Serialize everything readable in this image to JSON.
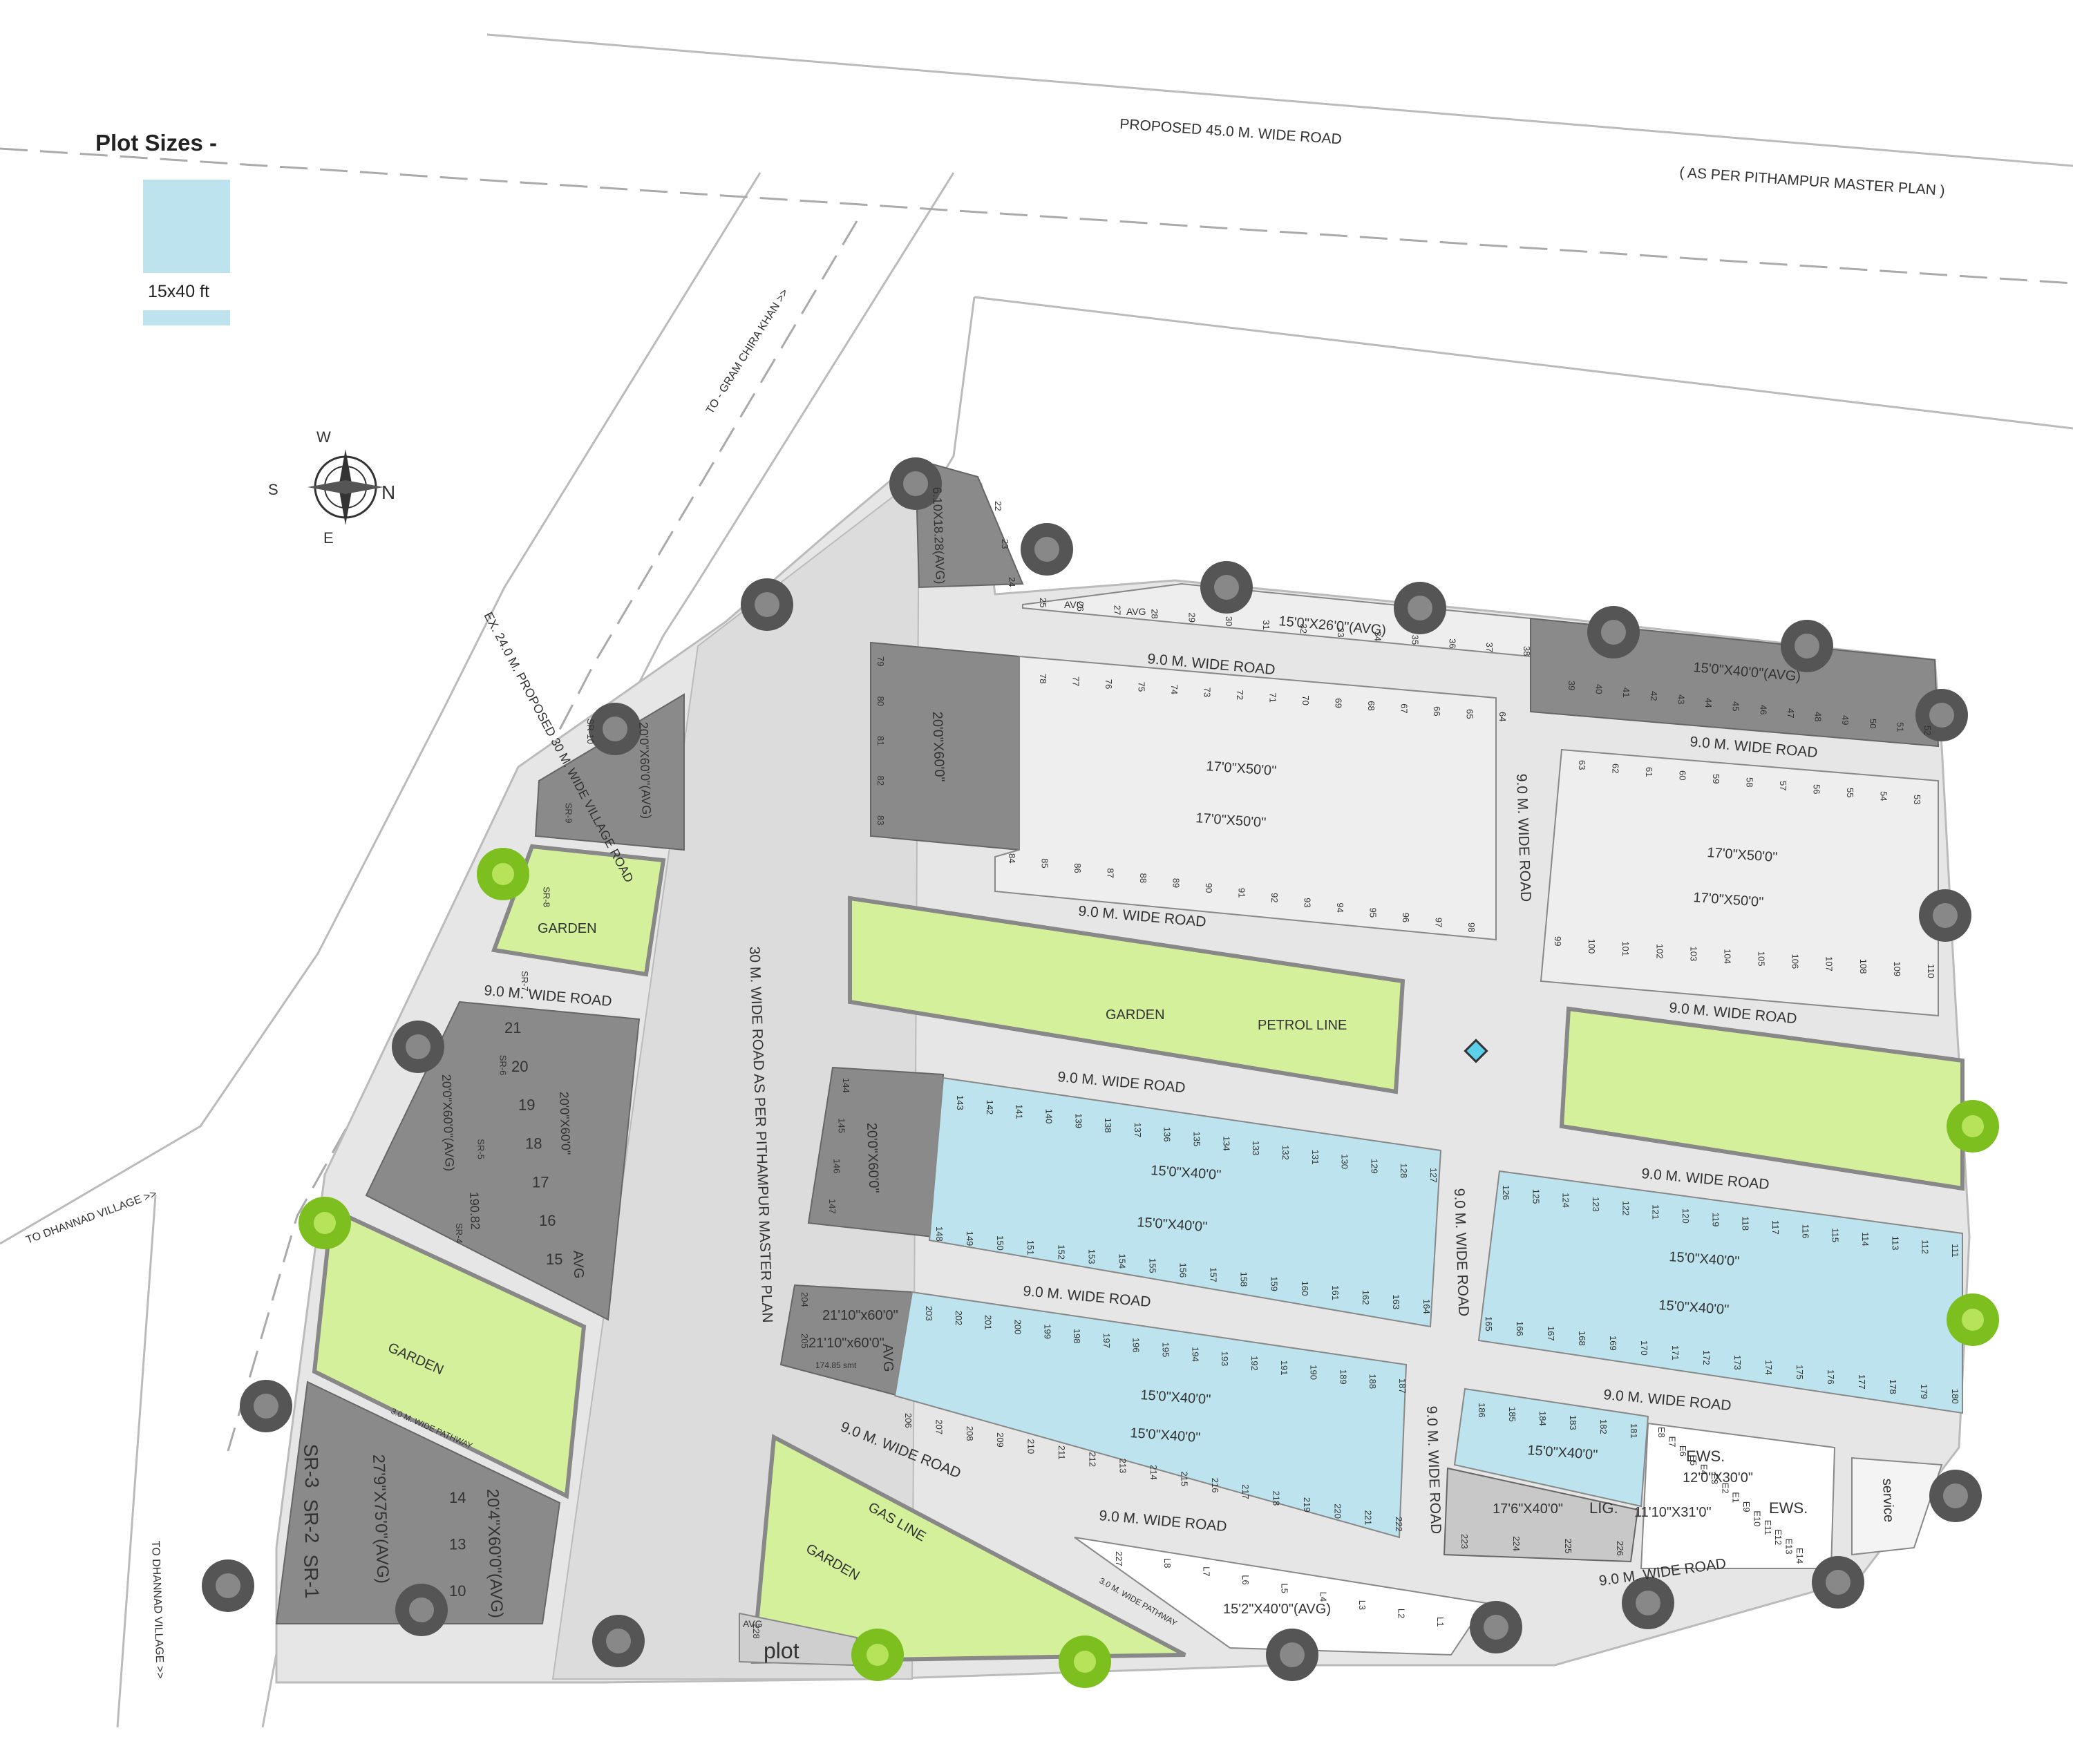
{
  "legend": {
    "title": "Plot Sizes -",
    "swatch_color": "#bde3ee",
    "items": [
      {
        "label": "15x40 ft"
      }
    ]
  },
  "compass": {
    "north": "N",
    "south": "S",
    "east": "E",
    "west": "W"
  },
  "roads": {
    "proposed_45": "PROPOSED 45.0  M. WIDE ROAD",
    "master_plan_note": "( AS PER PITHAMPUR MASTER  PLAN )",
    "gram_chirakhan": "TO - GRAM CHIRA KHAN >>",
    "village_road": "EX. 24.0  M.  PROPOSED 30 M. WIDE VILLAGE ROAD",
    "dhannad_1": "TO DHANNAD VILLAGE >>",
    "dhannad_2": "TO DHANNAD VILLAGE >>",
    "main_30m": "30 M. WIDE ROAD AS PER PITHAMPUR MASTER PLAN",
    "wide_9m": "9.0 M. WIDE ROAD",
    "pathway": "3.0 M. WIDE PATHWAY"
  },
  "areas": {
    "garden": "GARDEN",
    "petrol_line": "PETROL LINE",
    "gas_line": "GAS LINE",
    "service": "service",
    "plot": "plot",
    "lig": "LIG.",
    "ews": "EWS.",
    "avg": "AVG"
  },
  "dimensions": {
    "d_6_10": "6.10X18.28(AVG)",
    "d_15x26": "15'0\"X26'0\"(AVG)",
    "d_15x40avg": "15'0\"X40'0\"(AVG)",
    "d_20x60": "20'0\"X60'0\"",
    "d_17x50": "17'0\"X50'0\"",
    "d_20x60avg": "20'0\"X60'0\"(AVG)",
    "d_15x40": "15'0\"X40'0\"",
    "d_21x60": "21'10\"x60'0\"",
    "d_area": "174.85 smt",
    "d_27x75": "27'9\"X75'0\"(AVG)",
    "d_204x60": "20'4\"X60'0\"(AVG)",
    "d_17_6": "17'6\"X40'0\"",
    "d_12x30": "12'0\"X30'0\"",
    "d_11x31": "11'10\"X31'0\"",
    "d_15_2": "15'2\"X40'0\"(AVG)",
    "d_190": "190.82"
  },
  "sr_plots": {
    "sr3": "SR-3",
    "sr2": "SR-2",
    "sr1": "SR-1"
  },
  "plot_numbers": {
    "row_22_24": [
      "22",
      "23",
      "24"
    ],
    "row_25_38": [
      "25",
      "26",
      "27",
      "28",
      "29",
      "30",
      "31",
      "32",
      "33",
      "34",
      "35",
      "36",
      "37",
      "38"
    ],
    "row_39_52": [
      "39",
      "40",
      "41",
      "42",
      "43",
      "44",
      "45",
      "46",
      "47",
      "48",
      "49",
      "50",
      "51",
      "52"
    ],
    "row_64_78": [
      "78",
      "77",
      "76",
      "75",
      "74",
      "73",
      "72",
      "71",
      "70",
      "69",
      "68",
      "67",
      "66",
      "65",
      "64"
    ],
    "row_79_83": [
      "79",
      "80",
      "81",
      "82",
      "83"
    ],
    "row_84_98": [
      "84",
      "85",
      "86",
      "87",
      "88",
      "89",
      "90",
      "91",
      "92",
      "93",
      "94",
      "95",
      "96",
      "97",
      "98"
    ],
    "row_53_63": [
      "63",
      "62",
      "61",
      "60",
      "59",
      "58",
      "57",
      "56",
      "55",
      "54",
      "53"
    ],
    "row_99_110": [
      "99",
      "100",
      "101",
      "102",
      "103",
      "104",
      "105",
      "106",
      "107",
      "108",
      "109",
      "110"
    ],
    "row_127_143": [
      "143",
      "142",
      "141",
      "140",
      "139",
      "138",
      "137",
      "136",
      "135",
      "134",
      "133",
      "132",
      "131",
      "130",
      "129",
      "128",
      "127"
    ],
    "row_144_147": [
      "144",
      "145",
      "146",
      "147"
    ],
    "row_148_164": [
      "148",
      "149",
      "150",
      "151",
      "152",
      "153",
      "154",
      "155",
      "156",
      "157",
      "158",
      "159",
      "160",
      "161",
      "162",
      "163",
      "164"
    ],
    "row_111_126": [
      "126",
      "125",
      "124",
      "123",
      "122",
      "121",
      "120",
      "119",
      "118",
      "117",
      "116",
      "115",
      "114",
      "113",
      "112",
      "111"
    ],
    "row_165_180": [
      "165",
      "166",
      "167",
      "168",
      "169",
      "170",
      "171",
      "172",
      "173",
      "174",
      "175",
      "176",
      "177",
      "178",
      "179",
      "180"
    ],
    "row_187_203": [
      "203",
      "202",
      "201",
      "200",
      "199",
      "198",
      "197",
      "196",
      "195",
      "194",
      "193",
      "192",
      "191",
      "190",
      "189",
      "188",
      "187"
    ],
    "row_204_205": [
      "204",
      "205"
    ],
    "row_206_222": [
      "206",
      "207",
      "208",
      "209",
      "210",
      "211",
      "212",
      "213",
      "214",
      "215",
      "216",
      "217",
      "218",
      "219",
      "220",
      "221",
      "222"
    ],
    "row_181_186": [
      "186",
      "185",
      "184",
      "183",
      "182",
      "181"
    ],
    "row_223_226": [
      "223",
      "224",
      "225",
      "226"
    ],
    "row_227_228": [
      "227",
      "228"
    ],
    "row_sr": [
      "SR-10",
      "SR-9",
      "SR-8",
      "SR-7",
      "SR-6",
      "SR-5",
      "SR-4"
    ],
    "row_15_21": [
      "21",
      "20",
      "19",
      "18",
      "17",
      "16",
      "15"
    ],
    "row_10_14": [
      "14",
      "13",
      "10"
    ],
    "row_lig_l": [
      "L8",
      "L7",
      "L6",
      "L5",
      "L4",
      "L3",
      "L2",
      "L1"
    ],
    "row_ews_e": [
      "E8",
      "E7",
      "E6",
      "E5",
      "E4",
      "E3",
      "E2",
      "E1",
      "E9",
      "E10",
      "E11",
      "E12",
      "E13",
      "E14"
    ]
  },
  "colors": {
    "road": "#e6e6e6",
    "road_outline": "#bbbbbb",
    "plot_blue": "#bde3ee",
    "plot_light": "#eeeeee",
    "plot_dark": "#8a8a8a",
    "garden": "#d4f09a",
    "tree_dark": "#555555",
    "tree_green": "#7cbf1f"
  }
}
